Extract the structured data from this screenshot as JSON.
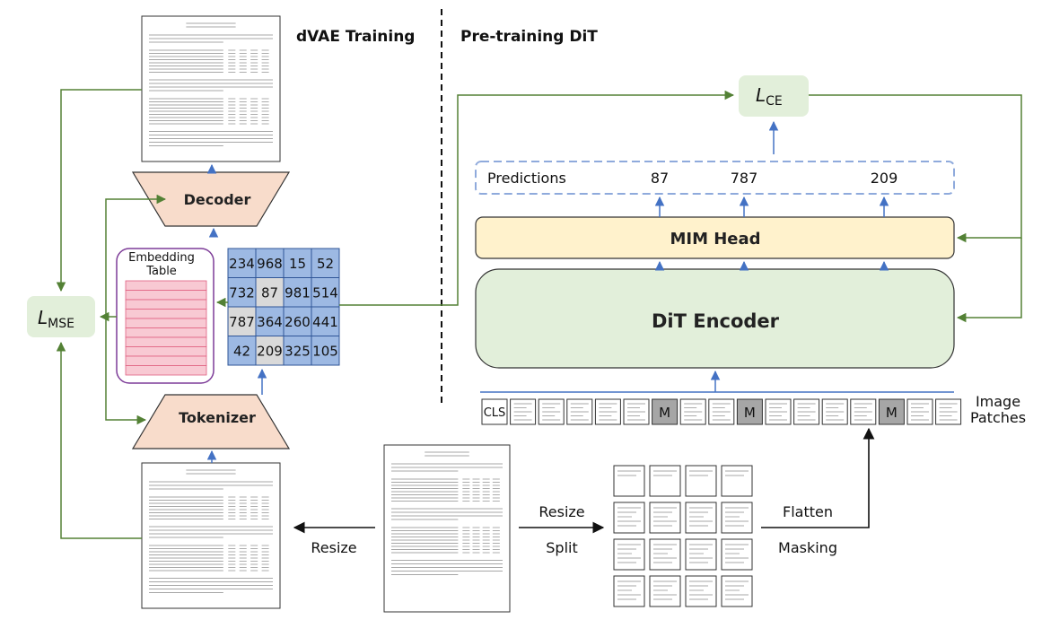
{
  "titles": {
    "dvae": "dVAE Training",
    "pretrain": "Pre-training DiT"
  },
  "loss_mse": {
    "base": "L",
    "sub": "MSE"
  },
  "loss_ce": {
    "base": "L",
    "sub": "CE"
  },
  "decoder_label": "Decoder",
  "tokenizer_label": "Tokenizer",
  "embedding_table_label": "Embedding Table",
  "token_grid": [
    [
      "234",
      "968",
      "15",
      "52"
    ],
    [
      "732",
      "87",
      "981",
      "514"
    ],
    [
      "787",
      "364",
      "260",
      "441"
    ],
    [
      "42",
      "209",
      "325",
      "105"
    ]
  ],
  "predictions": {
    "label": "Predictions",
    "values": [
      "87",
      "787",
      "209"
    ]
  },
  "mim_head_label": "MIM Head",
  "dit_encoder_label": "DiT Encoder",
  "patches": {
    "cls": "CLS",
    "mask": "M",
    "caption_line1": "Image",
    "caption_line2": "Patches"
  },
  "arrows": {
    "resize_left": "Resize",
    "resize_split_1": "Resize",
    "resize_split_2": "Split",
    "flatten_1": "Flatten",
    "flatten_2": "Masking"
  },
  "colors": {
    "green_box": "#e2efda",
    "yellow_box": "#fff2cc",
    "salmon_box": "#f8dccb",
    "grid_blue": "#9db9e3",
    "grid_gray": "#d9d9d9",
    "embed_pink": "#f8c9d3",
    "embed_border": "#7d3c98",
    "arrow_green": "#538135",
    "arrow_blue": "#4472c4"
  }
}
